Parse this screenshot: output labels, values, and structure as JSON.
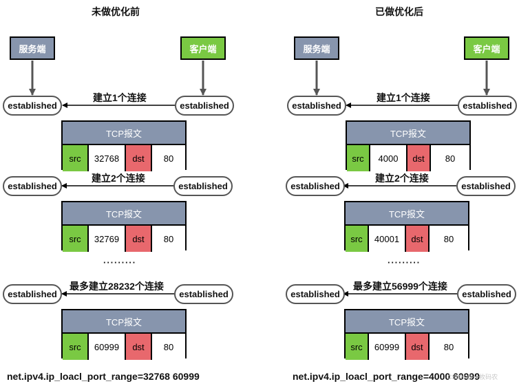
{
  "left": {
    "title": "未做优化前",
    "server": "服务端",
    "client": "客户端",
    "state": "established",
    "packet_title": "TCP报文",
    "src_label": "src",
    "dst_label": "dst",
    "connections": [
      {
        "label": "建立1个连接",
        "src": "32768",
        "dst": "80"
      },
      {
        "label": "建立2个连接",
        "src": "32769",
        "dst": "80"
      },
      {
        "label": "最多建立28232个连接",
        "src": "60999",
        "dst": "80"
      }
    ],
    "ellipsis": "·········",
    "footer": "net.ipv4.ip_loacl_port_range=32768  60999"
  },
  "right": {
    "title": "已做优化后",
    "server": "服务端",
    "client": "客户端",
    "state": "established",
    "packet_title": "TCP报文",
    "src_label": "src",
    "dst_label": "dst",
    "connections": [
      {
        "label": "建立1个连接",
        "src": "4000",
        "dst": "80"
      },
      {
        "label": "建立2个连接",
        "src": "40001",
        "dst": "80"
      },
      {
        "label": "最多建立56999个连接",
        "src": "60999",
        "dst": "80"
      }
    ],
    "ellipsis": "·········",
    "footer": "net.ipv4.ip_loacl_port_range=4000  60999",
    "watermark": "CSDN @一枚码农"
  }
}
